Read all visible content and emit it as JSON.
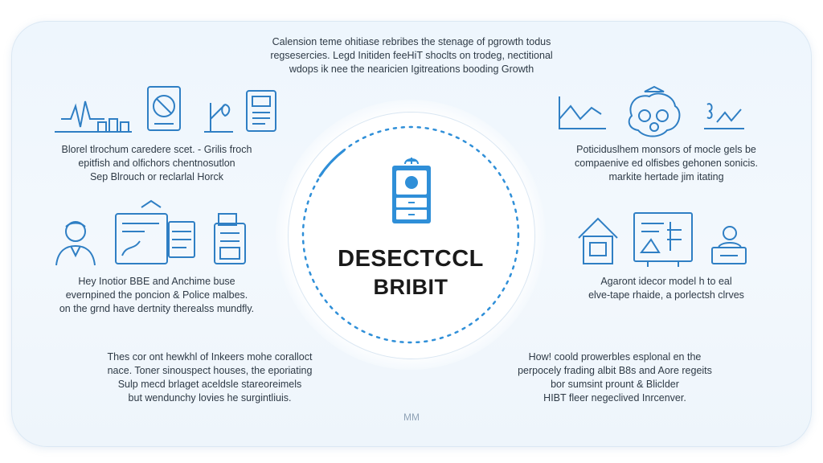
{
  "colors": {
    "accent": "#2f8fd8",
    "icon_stroke": "#2f7fc4",
    "text": "#2e3a46",
    "title": "#1a1a1a"
  },
  "top_text": [
    "Calension teme ohitiase rebribes the stenage of pgrowth todus",
    "regsesercies. Legd Initiden feeHiT shoclts on trodeg, nectitional",
    "wdops ik nee the nearicien Igitreations booding Growth"
  ],
  "center": {
    "title_line1": "DESECTCCL",
    "title_line2": "BRIBIT",
    "icon": "cabinet-icon"
  },
  "left_top": {
    "icons": [
      "chart-icon",
      "target-icon",
      "plant-icon",
      "document-icon"
    ],
    "text": [
      "Blorel tlrochum caredere scet. - Grilis froch",
      "epitfish and olfichors chentnosutlon",
      "Sep Blrouch or reclarlal Horck"
    ]
  },
  "left_mid": {
    "icons": [
      "person-icon",
      "dashboard-icon",
      "printer-icon"
    ],
    "text": [
      "Hey Inotior BBE and Anchime buse",
      "evernpined the poncion & Police malbes.",
      "on the grnd have dertnity therealss mundfly."
    ]
  },
  "left_bottom": {
    "text": [
      "Thes cor ont hewkhl of Inkeers mohe coralloct",
      "nace. Toner sinouspect houses, the eporiating",
      "Sulp mecd brlaget aceldsle stareoreimels",
      "but wendunchy lovies he surgintliuis."
    ]
  },
  "right_top": {
    "icons": [
      "line-chart-icon",
      "brain-icon",
      "wave-chart-icon"
    ],
    "text": [
      "Poticiduslhem monsors of mocle gels be",
      "compaenive ed olfisbes gehonen sonicis.",
      "markite hertade jim itating"
    ]
  },
  "right_mid": {
    "icons": [
      "house-icon",
      "presentation-icon",
      "person-desk-icon"
    ],
    "text": [
      "Agaront idecor model h to eal",
      "elve-tape rhaide, a porlectsh clrves"
    ]
  },
  "right_bottom": {
    "text": [
      "How! coold prowerbles esplonal en the",
      "perpocely frading albit B8s and Aore regeits",
      "bor sumsint prount & Bliclder",
      "HIBT fleer negeclived Inrcenver."
    ]
  },
  "footer_mark": "MM"
}
